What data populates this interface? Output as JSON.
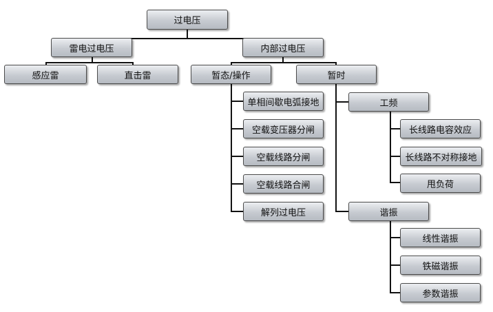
{
  "diagram": {
    "root": "过电压",
    "lightning": "雷电过电压",
    "induced": "感应雷",
    "direct": "直击雷",
    "internal": "内部过电压",
    "transient": "暂态/操作",
    "temporary": "暂时",
    "t1": "单相间歇电弧接地",
    "t2": "空载变压器分闸",
    "t3": "空载线路分闸",
    "t4": "空载线路合闸",
    "t5": "解列过电压",
    "power_freq": "工频",
    "pf1": "长线路电容效应",
    "pf2": "长线路不对称接地",
    "pf3": "甩负荷",
    "resonance": "谐振",
    "r1": "线性谐振",
    "r2": "铁磁谐振",
    "r3": "参数谐振"
  }
}
